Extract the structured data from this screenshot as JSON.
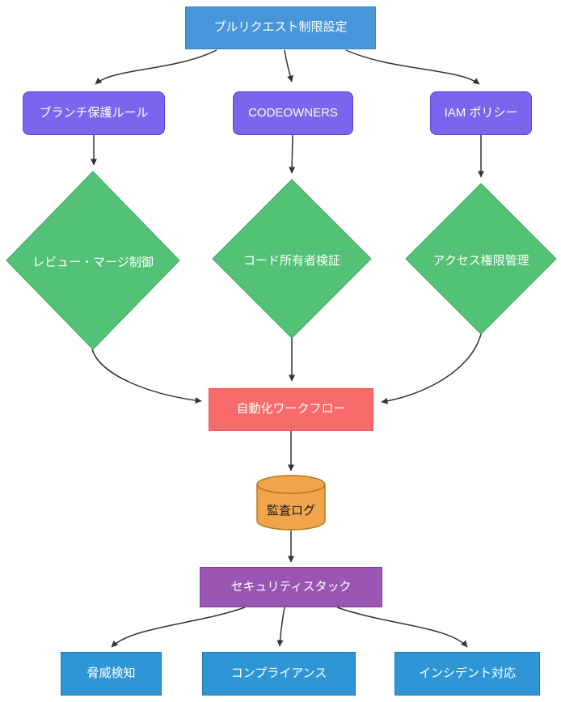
{
  "diagram": {
    "title": "pull-request-restriction-flowchart",
    "background_color": "#ffffff",
    "arrow_color": "#333333",
    "colors": {
      "top_blue": "#4896d9",
      "purple_rounded": "#7c64ee",
      "green_diamond": "#54c276",
      "red_process": "#f96a6a",
      "orange_cylinder": "#f1a44b",
      "stack_purple": "#9b56b4",
      "bottom_blue": "#2e96d5"
    },
    "nodes": {
      "root": {
        "label": "プルリクエスト制限設定",
        "shape": "rect",
        "fill": "#4896d9"
      },
      "branch_rules": {
        "label": "ブランチ保護ルール",
        "shape": "rounded-rect",
        "fill": "#7c64ee"
      },
      "codeowners": {
        "label": "CODEOWNERS",
        "shape": "rounded-rect",
        "fill": "#7c64ee"
      },
      "iam_policy": {
        "label": "IAM ポリシー",
        "shape": "rounded-rect",
        "fill": "#7c64ee"
      },
      "review_merge": {
        "label": "レビュー・マージ制御",
        "shape": "diamond",
        "fill": "#54c276"
      },
      "code_owner_verify": {
        "label": "コード所有者検証",
        "shape": "diamond",
        "fill": "#54c276"
      },
      "access_control": {
        "label": "アクセス権限管理",
        "shape": "diamond",
        "fill": "#54c276"
      },
      "automation": {
        "label": "自動化ワークフロー",
        "shape": "rect",
        "fill": "#f96a6a"
      },
      "audit_log": {
        "label": "監査ログ",
        "shape": "cylinder",
        "fill": "#f1a44b"
      },
      "security_stack": {
        "label": "セキュリティスタック",
        "shape": "rect",
        "fill": "#9b56b4"
      },
      "threat_detection": {
        "label": "脅威検知",
        "shape": "rect",
        "fill": "#2e96d5"
      },
      "compliance": {
        "label": "コンプライアンス",
        "shape": "rect",
        "fill": "#2e96d5"
      },
      "incident_response": {
        "label": "インシデント対応",
        "shape": "rect",
        "fill": "#2e96d5"
      }
    },
    "edges": [
      {
        "from": "root",
        "to": "branch_rules"
      },
      {
        "from": "root",
        "to": "codeowners"
      },
      {
        "from": "root",
        "to": "iam_policy"
      },
      {
        "from": "branch_rules",
        "to": "review_merge"
      },
      {
        "from": "codeowners",
        "to": "code_owner_verify"
      },
      {
        "from": "iam_policy",
        "to": "access_control"
      },
      {
        "from": "review_merge",
        "to": "automation"
      },
      {
        "from": "code_owner_verify",
        "to": "automation"
      },
      {
        "from": "access_control",
        "to": "automation"
      },
      {
        "from": "automation",
        "to": "audit_log"
      },
      {
        "from": "audit_log",
        "to": "security_stack"
      },
      {
        "from": "security_stack",
        "to": "threat_detection"
      },
      {
        "from": "security_stack",
        "to": "compliance"
      },
      {
        "from": "security_stack",
        "to": "incident_response"
      }
    ]
  }
}
